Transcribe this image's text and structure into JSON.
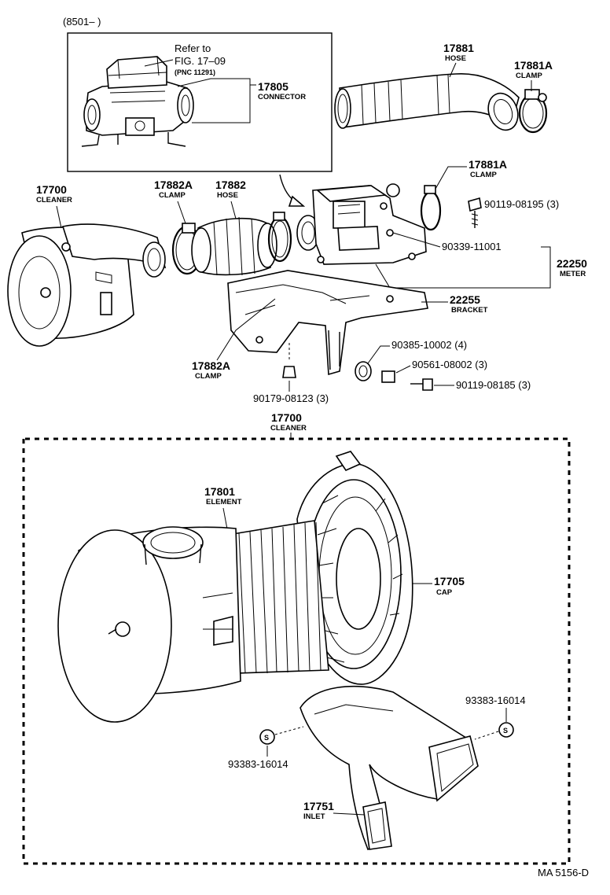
{
  "diagram": {
    "header_note": "(8501–        )",
    "refer": {
      "line1": "Refer to",
      "line2": "FIG. 17–09",
      "line3": "(PNC 11291)"
    },
    "drawing_code": "MA 5156-D",
    "parts": [
      {
        "id": "connector",
        "number": "17805",
        "name": "CONNECTOR"
      },
      {
        "id": "hose-upper",
        "number": "17881",
        "name": "HOSE"
      },
      {
        "id": "clamp-upper",
        "number": "17881A",
        "name": "CLAMP"
      },
      {
        "id": "clamp-meter",
        "number": "17881A",
        "name": "CLAMP"
      },
      {
        "id": "cleaner-top",
        "number": "17700",
        "name": "CLEANER"
      },
      {
        "id": "clamp-hose",
        "number": "17882A",
        "name": "CLAMP"
      },
      {
        "id": "hose-mid",
        "number": "17882",
        "name": "HOSE"
      },
      {
        "id": "clamp-lower",
        "number": "17882A",
        "name": "CLAMP"
      },
      {
        "id": "meter",
        "number": "22250",
        "name": "METER"
      },
      {
        "id": "bracket",
        "number": "22255",
        "name": "BRACKET"
      },
      {
        "id": "cleaner-detail",
        "number": "17700",
        "name": "CLEANER"
      },
      {
        "id": "element",
        "number": "17801",
        "name": "ELEMENT"
      },
      {
        "id": "cap",
        "number": "17705",
        "name": "CAP"
      },
      {
        "id": "inlet",
        "number": "17751",
        "name": "INLET"
      }
    ],
    "fasteners": [
      {
        "id": "bolt-meter",
        "label": "90119-08195 (3)"
      },
      {
        "id": "screw-meter",
        "label": "90339-11001"
      },
      {
        "id": "grommet",
        "label": "90385-10002 (4)"
      },
      {
        "id": "collar",
        "label": "90561-08002 (3)"
      },
      {
        "id": "bolt-bracket",
        "label": "90119-08185 (3)"
      },
      {
        "id": "nut-bracket",
        "label": "90179-08123 (3)"
      },
      {
        "id": "clip-right",
        "label": "93383-16014"
      },
      {
        "id": "clip-left",
        "label": "93383-16014"
      }
    ],
    "symbols": {
      "clip_symbol": "S"
    }
  }
}
